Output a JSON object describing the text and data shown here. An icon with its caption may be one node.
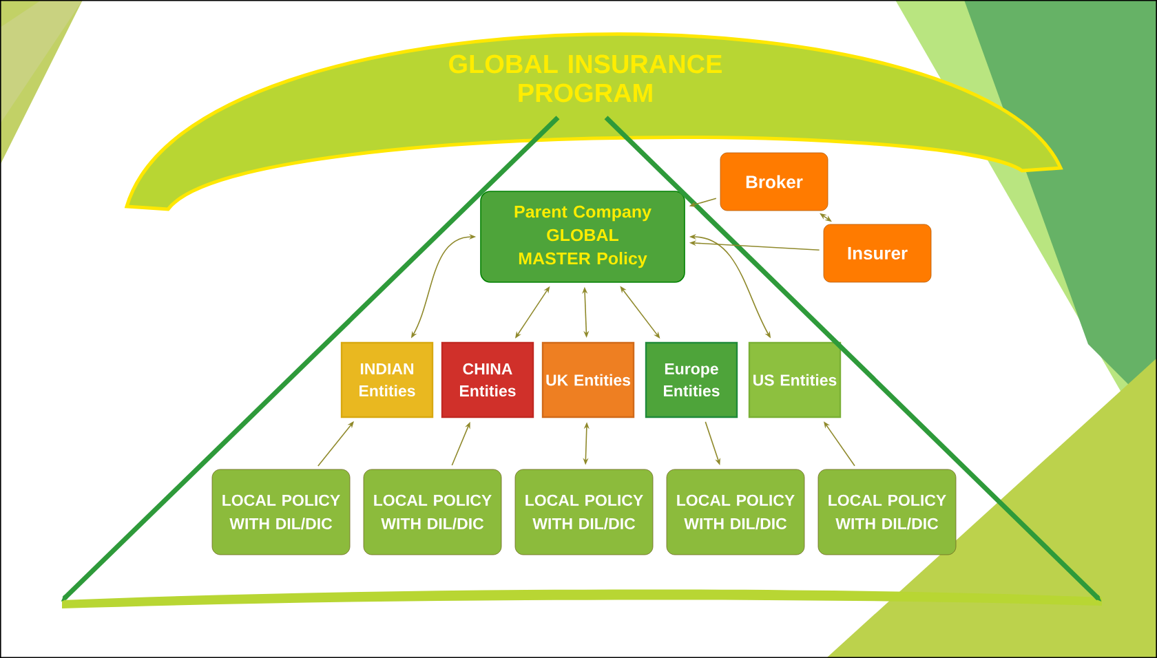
{
  "diagram": {
    "nodes": [
      {
        "text": [
          "GLOBAL INSURANCE PROGRAM"
        ]
      },
      {
        "text": [
          "Broker"
        ]
      },
      {
        "text": [
          "Insurer"
        ]
      },
      {
        "text": [
          "Parent Company GLOBAL MASTER Policy"
        ]
      },
      {
        "text": [
          "INDIAN Entities"
        ]
      },
      {
        "text": [
          "CHINA Entities"
        ]
      },
      {
        "text": [
          "UK Entities"
        ]
      },
      {
        "text": [
          "Europe Entities"
        ]
      },
      {
        "text": [
          "US Entities"
        ]
      },
      {
        "text": [
          "LOCAL POLICY WITH DIL/DIC"
        ]
      },
      {
        "text": [
          "LOCAL POLICY WITH DIL/DIC"
        ]
      },
      {
        "text": [
          "LOCAL POLICY WITH DIL/DIC"
        ]
      },
      {
        "text": [
          "LOCAL POLICY WITH DIL/DIC"
        ]
      },
      {
        "text": [
          "LOCAL POLICY WITH DIL/DIC"
        ]
      },
      {
        "text": [],
        "shape": "bar"
      }
    ],
    "edges": [
      {
        "from": 0,
        "to": 14,
        "arrow": "to",
        "style": "thick",
        "color": "#2e9a3a"
      },
      {
        "from": 0,
        "to": 14,
        "arrow": "to",
        "style": "thick",
        "color": "#2e9a3a"
      },
      {
        "from": 1,
        "to": 3,
        "arrow": "to"
      },
      {
        "from": 2,
        "to": 1,
        "arrow": "both"
      },
      {
        "from": 2,
        "to": 3,
        "arrow": "to"
      },
      {
        "from": 3,
        "to": 4,
        "arrow": "both"
      },
      {
        "from": 3,
        "to": 5,
        "arrow": "both"
      },
      {
        "from": 3,
        "to": 6,
        "arrow": "both"
      },
      {
        "from": 3,
        "to": 7,
        "arrow": "both"
      },
      {
        "from": 3,
        "to": 8,
        "arrow": "both"
      },
      {
        "from": 9,
        "to": 4,
        "arrow": "to"
      },
      {
        "from": 10,
        "to": 5,
        "arrow": "to"
      },
      {
        "from": 11,
        "to": 6,
        "arrow": "both"
      },
      {
        "from": 7,
        "to": 12,
        "arrow": "to"
      },
      {
        "from": 13,
        "to": 8,
        "arrow": "to"
      }
    ]
  }
}
